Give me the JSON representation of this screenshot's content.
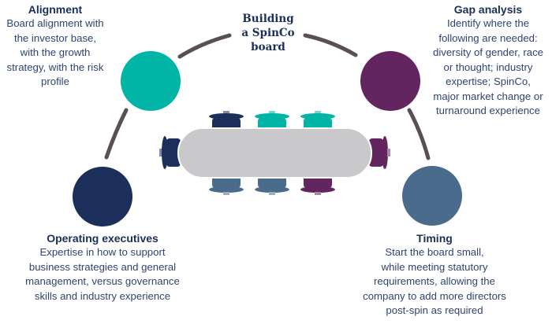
{
  "center": {
    "title_lines": [
      "Building",
      "a SpinCo",
      "board"
    ]
  },
  "nodes": [
    {
      "id": "alignment",
      "title": "Alignment",
      "description_lines": [
        "Board alignment with",
        "the investor base,",
        "with the growth",
        "strategy, with the risk",
        "profile"
      ],
      "color": "#00b5a5"
    },
    {
      "id": "gap-analysis",
      "title": "Gap analysis",
      "description_lines": [
        "Identify where the",
        "following are needed:",
        "diversity of gender, race",
        "or thought; industry",
        "expertise; SpinCo,",
        "major market change or",
        "turnaround experience"
      ],
      "color": "#62255f"
    },
    {
      "id": "operating-executives",
      "title": "Operating executives",
      "description_lines": [
        "Expertise in how to support",
        "business strategies and general",
        "management, versus governance",
        "skills and industry experience"
      ],
      "color": "#1b2f5a"
    },
    {
      "id": "timing",
      "title": "Timing",
      "description_lines": [
        "Start the board small,",
        "while meeting statutory",
        "requirements, allowing the",
        "company to add more directors",
        "post-spin as required"
      ],
      "color": "#4a6b8c"
    }
  ],
  "colors": {
    "connector": "#5a4f52",
    "table": "#c9c9cc",
    "teal": "#00b5a5",
    "navy": "#1b2f5a",
    "purple": "#62255f",
    "steel": "#4a6b8c"
  },
  "chairs": {
    "top": [
      "navy",
      "teal",
      "teal"
    ],
    "bottom": [
      "steel",
      "steel",
      "purple"
    ],
    "left": "navy",
    "right": "purple"
  }
}
